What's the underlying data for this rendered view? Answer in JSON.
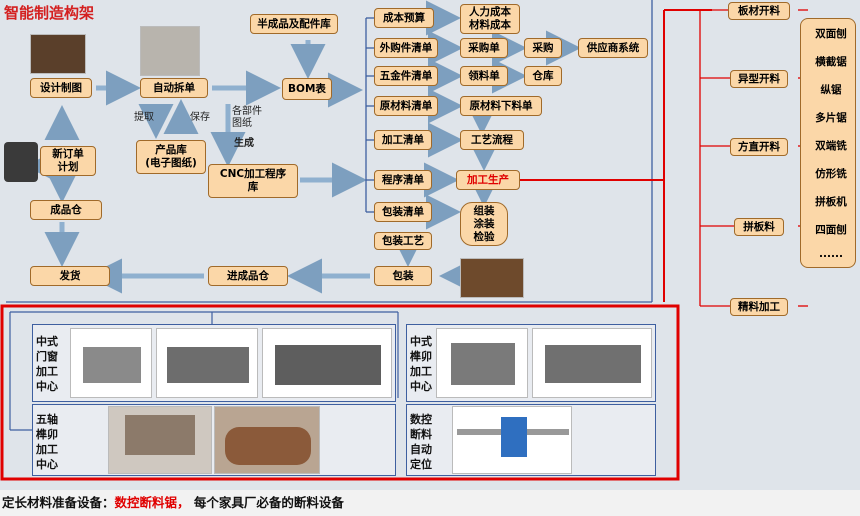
{
  "title": "智能制造构架",
  "flow": {
    "design": "设计制图",
    "auto_split": "自动拆单",
    "semi_parts": "半成品及配件库",
    "bom": "BOM表",
    "new_order_1": "新订单",
    "new_order_2": "计划",
    "product_lib_1": "产品库",
    "product_lib_2": "(电子图纸)",
    "cnc_1": "CNC加工程序",
    "cnc_2": "库",
    "finished_store": "成品仓",
    "ship": "发货",
    "into_store": "进成品仓",
    "pack": "包装",
    "pack_process": "包装工艺",
    "cost": "成本预算",
    "labor_1": "人力成本",
    "labor_2": "材料成本",
    "outsource": "外购件清单",
    "purchase_order": "采购单",
    "purchase": "采购",
    "supplier": "供应商系统",
    "hardware": "五金件清单",
    "pick_order": "领料单",
    "warehouse": "仓库",
    "raw_material": "原材料清单",
    "raw_cut": "原材料下料单",
    "process_list": "加工清单",
    "craft_flow": "工艺流程",
    "program_list": "程序清单",
    "processing": "加工生产",
    "pack_list": "包装清单",
    "assemble_1": "组装",
    "assemble_2": "涂装",
    "assemble_3": "检验",
    "label_fetch": "提取",
    "label_save": "保存",
    "label_parts_1": "各部件",
    "label_parts_2": "图纸",
    "label_gen": "生成"
  },
  "right": {
    "board": "板材开料",
    "shaped": "异型开料",
    "square": "方直开料",
    "joined": "拼板料",
    "fine": "精料加工",
    "tools": [
      "双面刨",
      "横截锯",
      "纵锯",
      "多片锯",
      "双端铣",
      "仿形铣",
      "拼板机",
      "四面刨",
      "......"
    ]
  },
  "equipment": {
    "door_center": [
      "中式",
      "门窗",
      "加工",
      "中心"
    ],
    "mortise_center": [
      "中式",
      "榫卯",
      "加工",
      "中心"
    ],
    "five_axis": [
      "五轴",
      "榫卯",
      "加工",
      "中心"
    ],
    "cnc_cut": [
      "数控",
      "断料",
      "自动",
      "定位"
    ]
  },
  "bottom": {
    "prefix": "定长材料准备设备：",
    "highlight": "数控断料锯，",
    "suffix": "每个家具厂必备的断料设备"
  }
}
